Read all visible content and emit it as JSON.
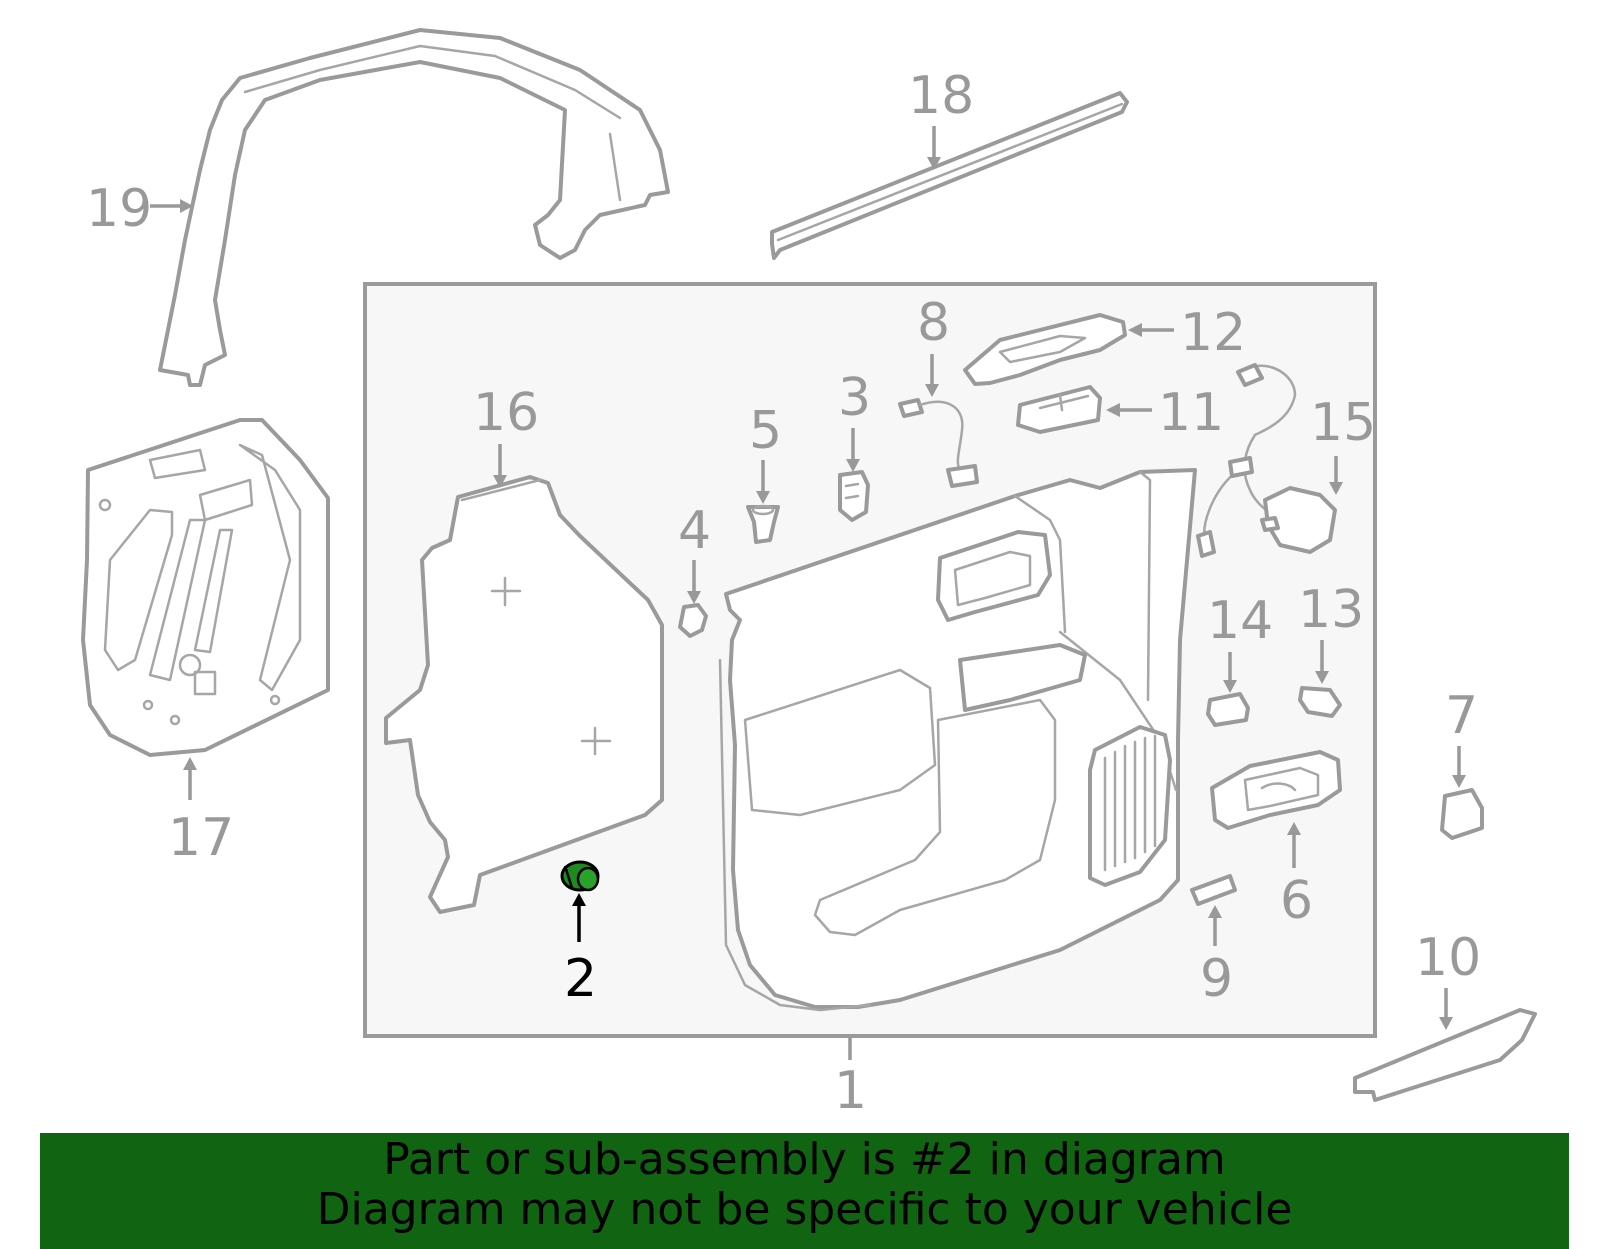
{
  "diagram": {
    "highlighted_part": "2",
    "highlight_color": "#1f8a1f",
    "callouts": {
      "c1": "1",
      "c2": "2",
      "c3": "3",
      "c4": "4",
      "c5": "5",
      "c6": "6",
      "c7": "7",
      "c8": "8",
      "c9": "9",
      "c10": "10",
      "c11": "11",
      "c12": "12",
      "c13": "13",
      "c14": "14",
      "c15": "15",
      "c16": "16",
      "c17": "17",
      "c18": "18",
      "c19": "19"
    }
  },
  "banner": {
    "background": "#116411",
    "line1": "Part or sub-assembly is #2 in diagram",
    "line2": "Diagram may not be specific to your vehicle"
  }
}
